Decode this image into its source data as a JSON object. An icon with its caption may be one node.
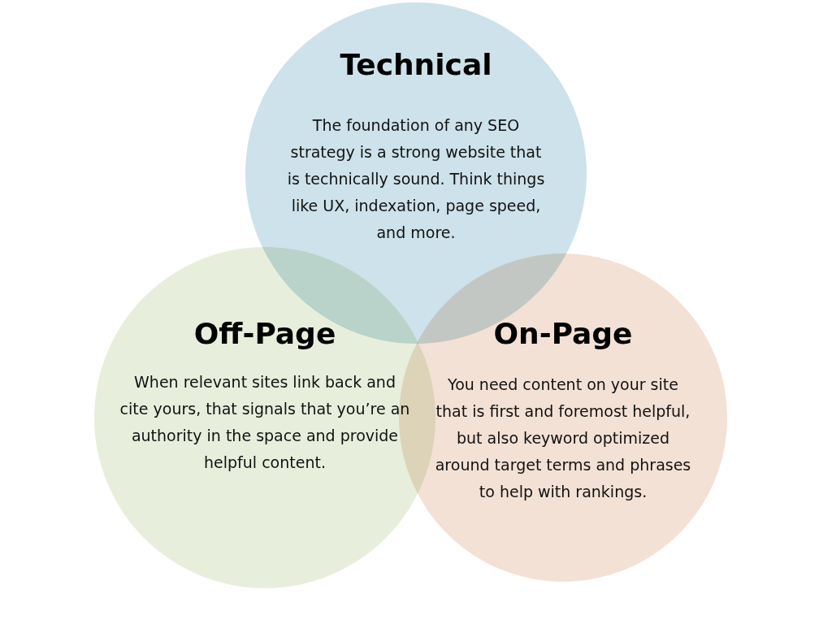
{
  "diagram": {
    "nodes": [
      {
        "text": [
          "Technical",
          "The foundation of any SEO strategy is a strong website that is technically sound. Think things like UX, indexation, page speed, and more."
        ]
      },
      {
        "text": [
          "Off-Page",
          "When relevant sites link back and cite yours, that signals that you’re an authority in the space and provide helpful content."
        ]
      },
      {
        "text": [
          "On-Page",
          "You need content on your site that is first and foremost helpful, but also keyword optimized around target terms and phrases to help with rankings."
        ]
      }
    ],
    "edges": []
  }
}
